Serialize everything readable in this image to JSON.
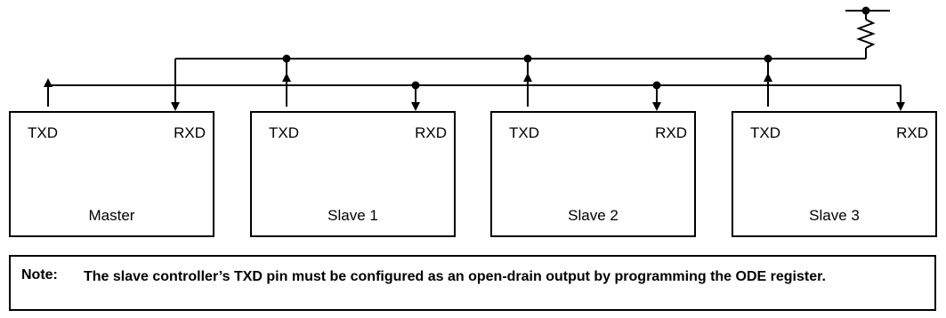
{
  "nodes": [
    {
      "name": "Master",
      "tx": "TXD",
      "rx": "RXD"
    },
    {
      "name": "Slave 1",
      "tx": "TXD",
      "rx": "RXD"
    },
    {
      "name": "Slave 2",
      "tx": "TXD",
      "rx": "RXD"
    },
    {
      "name": "Slave 3",
      "tx": "TXD",
      "rx": "RXD"
    }
  ],
  "note": {
    "label": "Note:",
    "text": "The slave controller’s TXD pin must be configured as an open-drain output by programming the ODE register."
  }
}
